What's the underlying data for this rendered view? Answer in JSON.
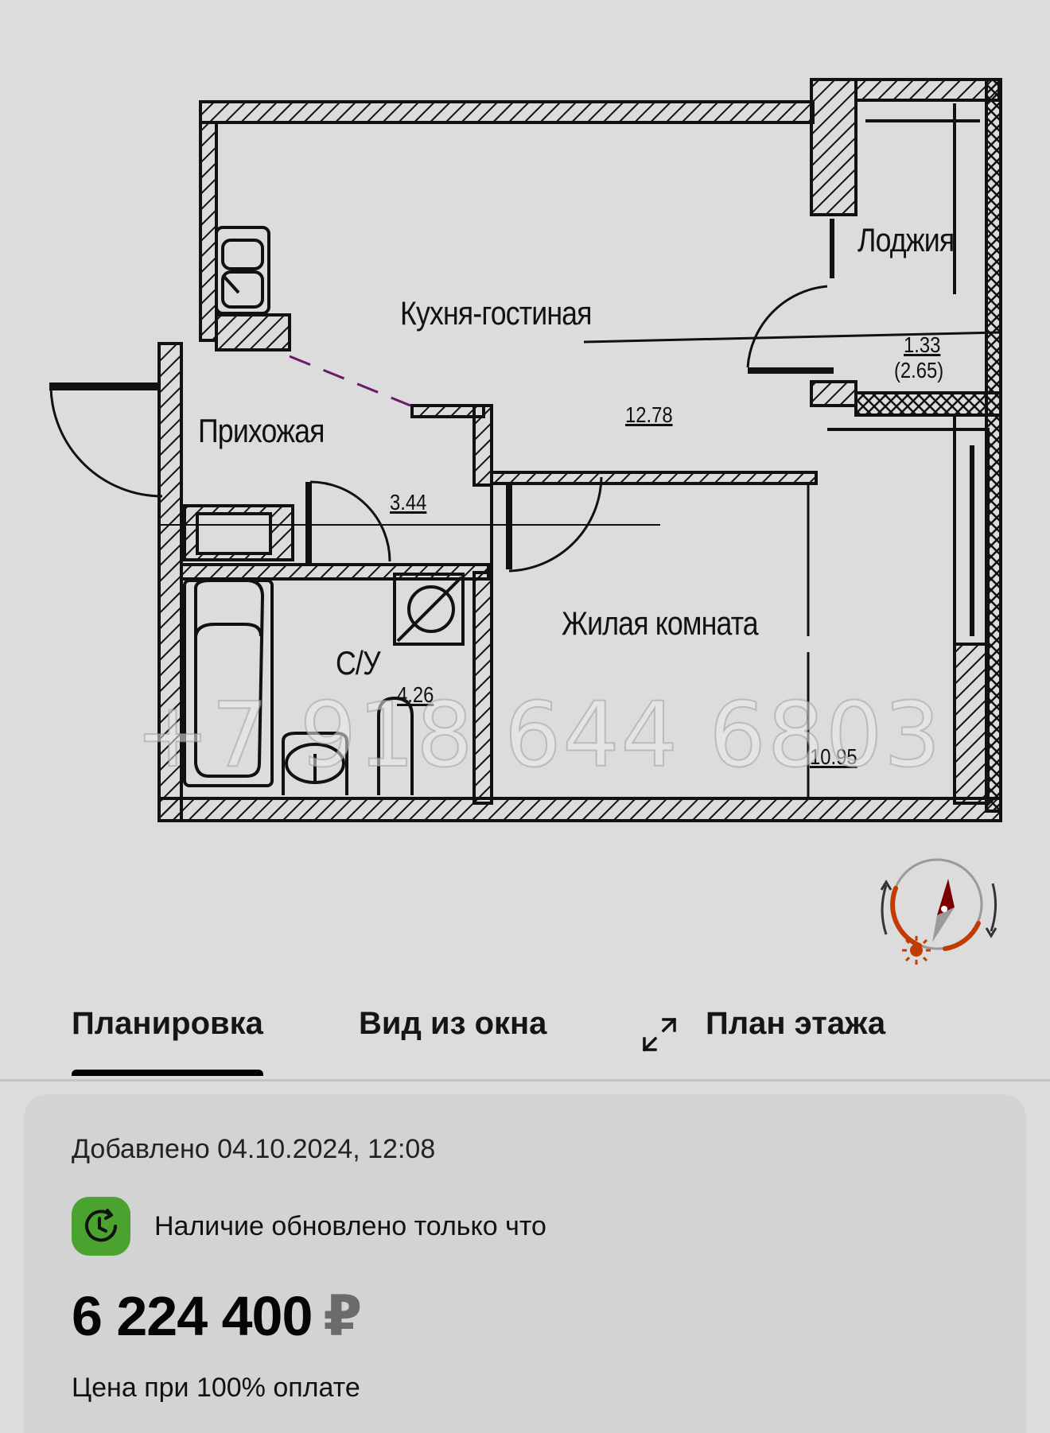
{
  "floor_plan": {
    "rooms": [
      {
        "name": "Кухня-гостиная",
        "area": "12.78"
      },
      {
        "name": "Прихожая",
        "area": "3.44"
      },
      {
        "name": "С/У",
        "area": "4.26"
      },
      {
        "name": "Жилая комната",
        "area": "10.95"
      },
      {
        "name": "Лоджия",
        "area": "1.33",
        "area_full": "(2.65)"
      }
    ],
    "watermark": "+7 918 644 6803",
    "compass": {
      "icon": "compass-sun-icon",
      "accent_color": "#c23b00",
      "needle_color": "#7a0000"
    }
  },
  "tabs": [
    {
      "label": "Планировка",
      "active": true
    },
    {
      "label": "Вид из окна",
      "active": false
    },
    {
      "label": "План этажа",
      "active": false,
      "icon": "expand-arrows-icon"
    }
  ],
  "listing": {
    "added": "Добавлено 04.10.2024, 12:08",
    "availability": {
      "text": "Наличие обновлено только что",
      "icon": "clock-refresh-icon",
      "icon_bg": "#4aa32e"
    },
    "price": "6 224 400",
    "currency": "₽",
    "price_note": "Цена при 100% оплате"
  }
}
